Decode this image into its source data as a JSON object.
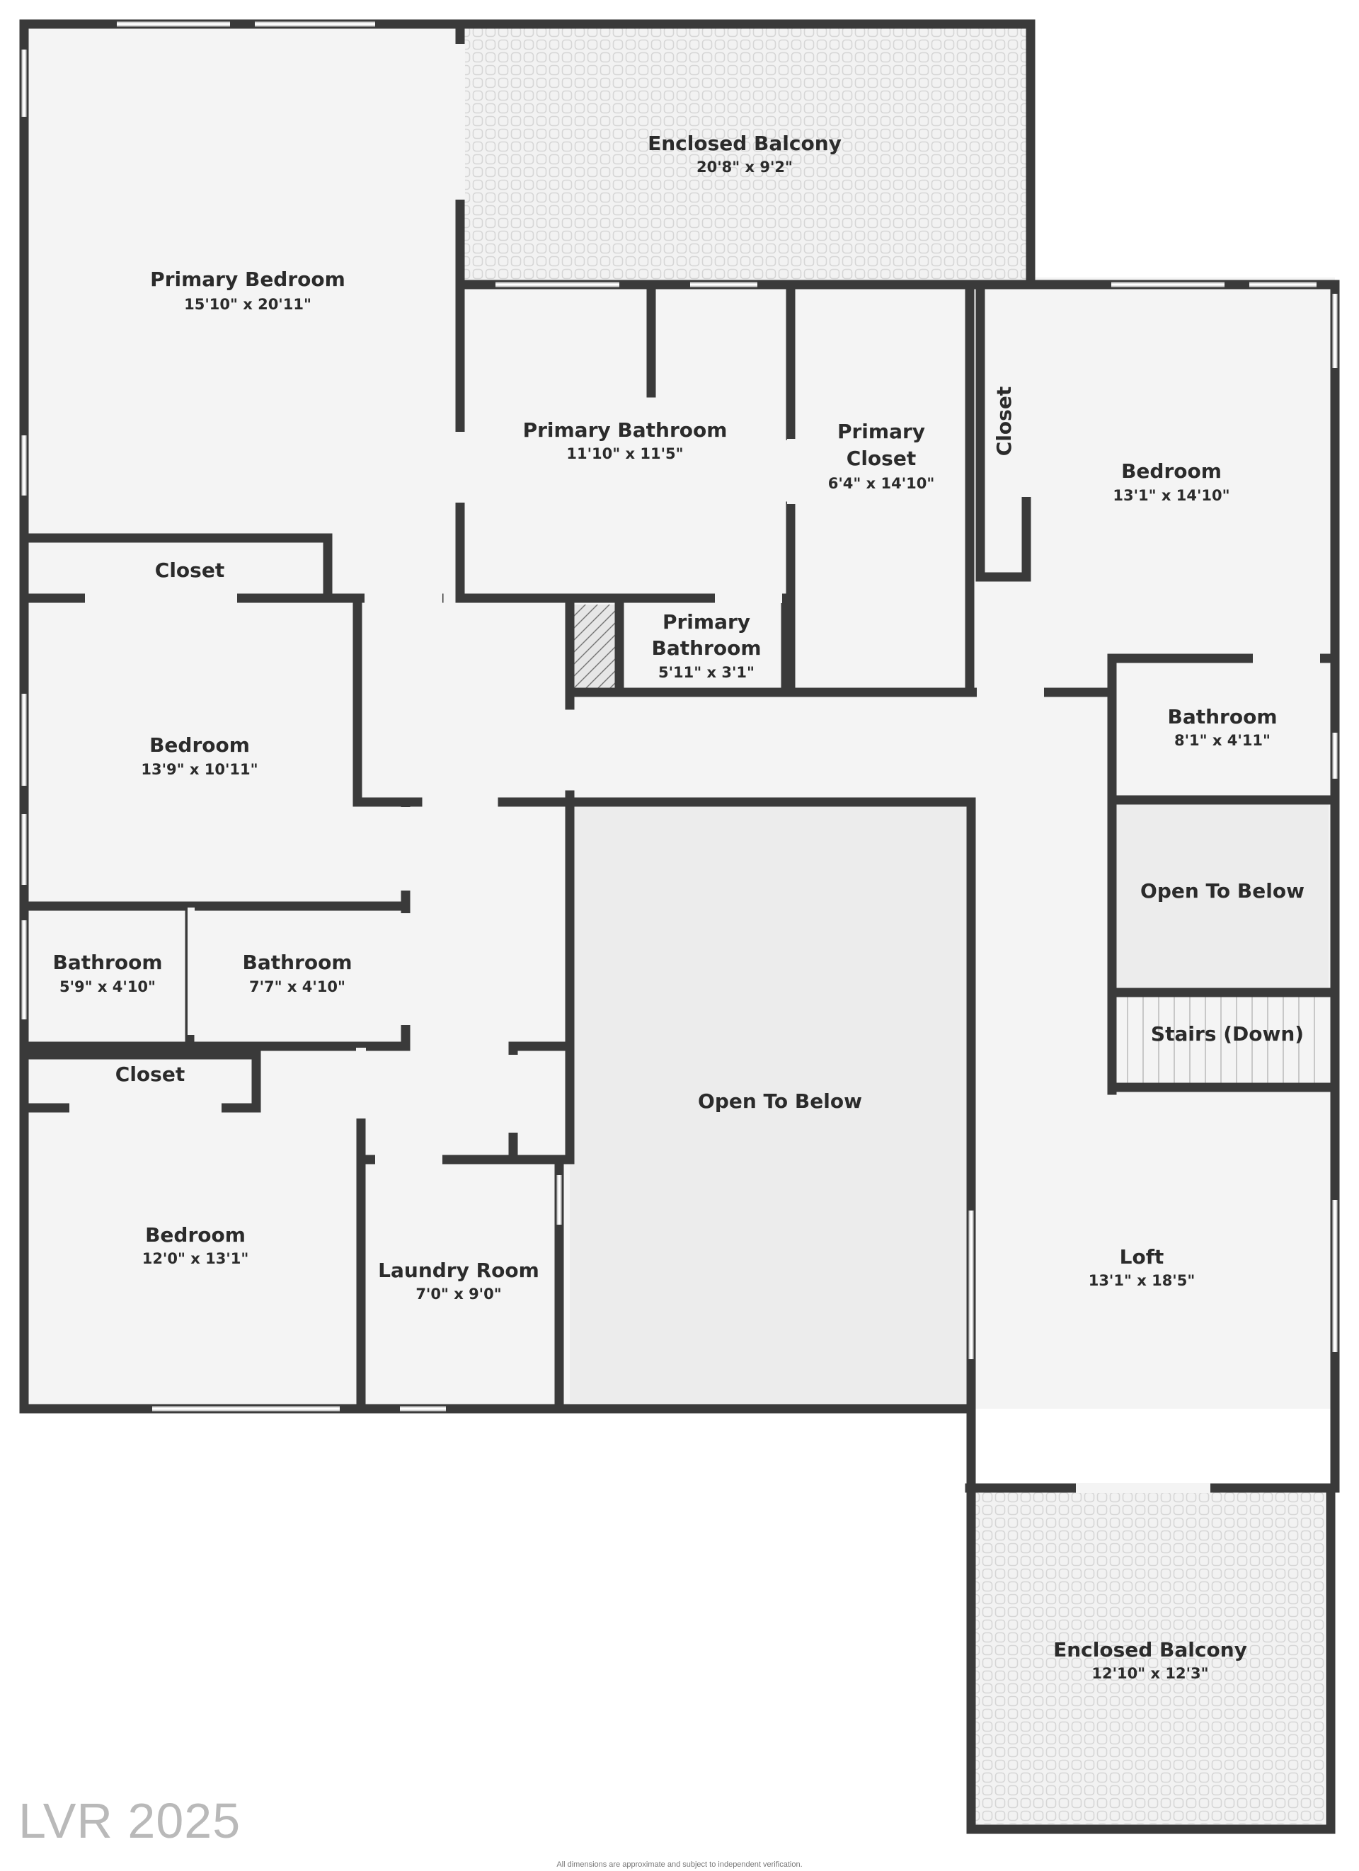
{
  "rooms": {
    "enclosed_balcony_top": {
      "name": "Enclosed Balcony",
      "dims": "20'8\" x 9'2\""
    },
    "primary_bedroom": {
      "name": "Primary Bedroom",
      "dims": "15'10\" x 20'11\""
    },
    "primary_bathroom": {
      "name": "Primary Bathroom",
      "dims": "11'10\" x 11'5\""
    },
    "primary_closet": {
      "name_line1": "Primary",
      "name_line2": "Closet",
      "dims": "6'4\" x 14'10\""
    },
    "closet_vertical": {
      "name": "Closet"
    },
    "bedroom_east": {
      "name": "Bedroom",
      "dims": "13'1\" x 14'10\""
    },
    "closet_west_upper": {
      "name": "Closet"
    },
    "primary_bathroom_small": {
      "name_line1": "Primary",
      "name_line2": "Bathroom",
      "dims": "5'11\" x 3'1\""
    },
    "bedroom_west_mid": {
      "name": "Bedroom",
      "dims": "13'9\" x 10'11\""
    },
    "bathroom_east": {
      "name": "Bathroom",
      "dims": "8'1\" x 4'11\""
    },
    "open_to_below_small": {
      "name": "Open To Below"
    },
    "bathroom_a": {
      "name": "Bathroom",
      "dims": "5'9\" x 4'10\""
    },
    "bathroom_b": {
      "name": "Bathroom",
      "dims": "7'7\" x 4'10\""
    },
    "stairs": {
      "name": "Stairs (Down)"
    },
    "closet_west_lower": {
      "name": "Closet"
    },
    "open_to_below_large": {
      "name": "Open To Below"
    },
    "bedroom_west_lower": {
      "name": "Bedroom",
      "dims": "12'0\" x 13'1\""
    },
    "loft": {
      "name": "Loft",
      "dims": "13'1\" x 18'5\""
    },
    "laundry_room": {
      "name": "Laundry Room",
      "dims": "7'0\" x 9'0\""
    },
    "enclosed_balcony_bottom": {
      "name": "Enclosed Balcony",
      "dims": "12'10\" x 12'3\""
    }
  },
  "watermark": "LVR 2025",
  "disclaimer": "All dimensions are approximate and subject to independent verification.",
  "colors": {
    "wall": "#3a3a3a",
    "floor": "#f4f4f4",
    "open_to_below": "#ececec",
    "window": "#cfcfcf",
    "watermark": "#b9b9b9"
  }
}
